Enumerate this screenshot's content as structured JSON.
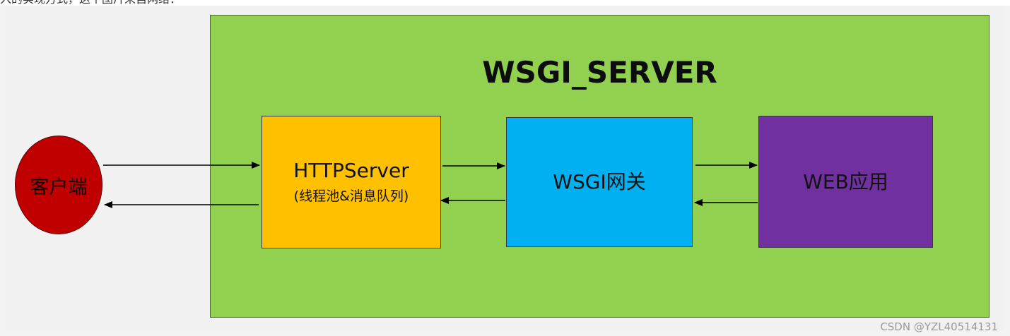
{
  "header_fragment": "入的实现方式，这个图片来自网络：",
  "wsgi_server": {
    "title": "WSGI_SERVER",
    "fill": "#92d050"
  },
  "client": {
    "label": "客户端",
    "fill": "#c00000"
  },
  "components": {
    "http_server": {
      "title": "HTTPServer",
      "subtitle": "(线程池&消息队列)",
      "fill": "#ffc000"
    },
    "wsgi_gateway": {
      "title": "WSGI网关",
      "fill": "#00b0f0"
    },
    "web_app": {
      "title": "WEB应用",
      "fill": "#7030a0"
    }
  },
  "arrows": [
    {
      "from": "client",
      "to": "http_server",
      "direction": "right"
    },
    {
      "from": "http_server",
      "to": "client",
      "direction": "left"
    },
    {
      "from": "http_server",
      "to": "wsgi_gateway",
      "direction": "right"
    },
    {
      "from": "wsgi_gateway",
      "to": "http_server",
      "direction": "left"
    },
    {
      "from": "wsgi_gateway",
      "to": "web_app",
      "direction": "right"
    },
    {
      "from": "web_app",
      "to": "wsgi_gateway",
      "direction": "left"
    }
  ],
  "watermark": "CSDN @YZL40514131"
}
